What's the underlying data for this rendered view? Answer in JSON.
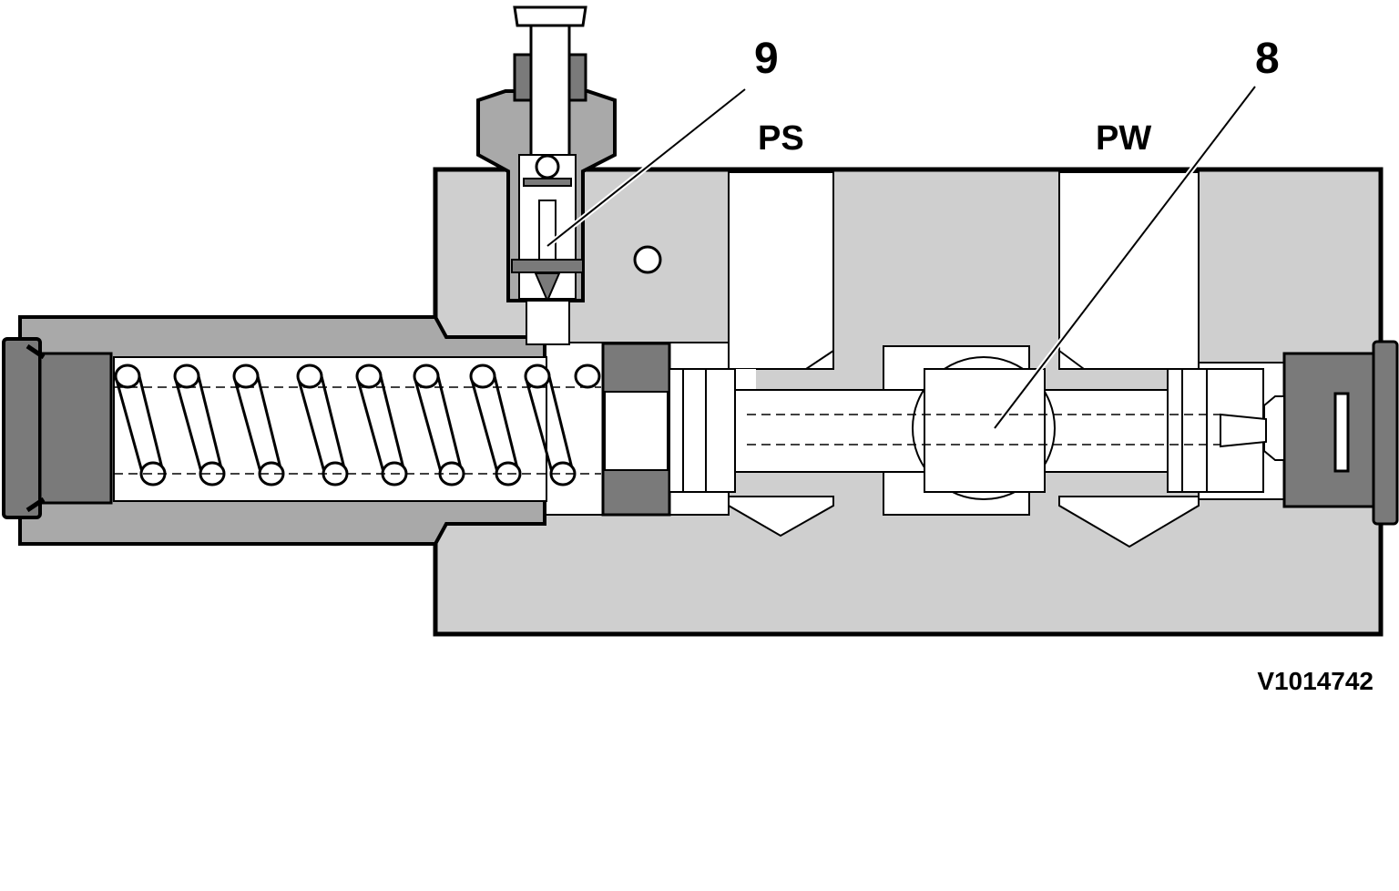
{
  "callouts": {
    "pilot_valve": "9",
    "spool": "8"
  },
  "ports": {
    "ps": "PS",
    "pw": "PW"
  },
  "figure_id": "V1014742",
  "colors": {
    "housing": "#cfcfcf",
    "dark_part": "#7a7a7a",
    "line": "#000000",
    "bore": "#ffffff"
  }
}
